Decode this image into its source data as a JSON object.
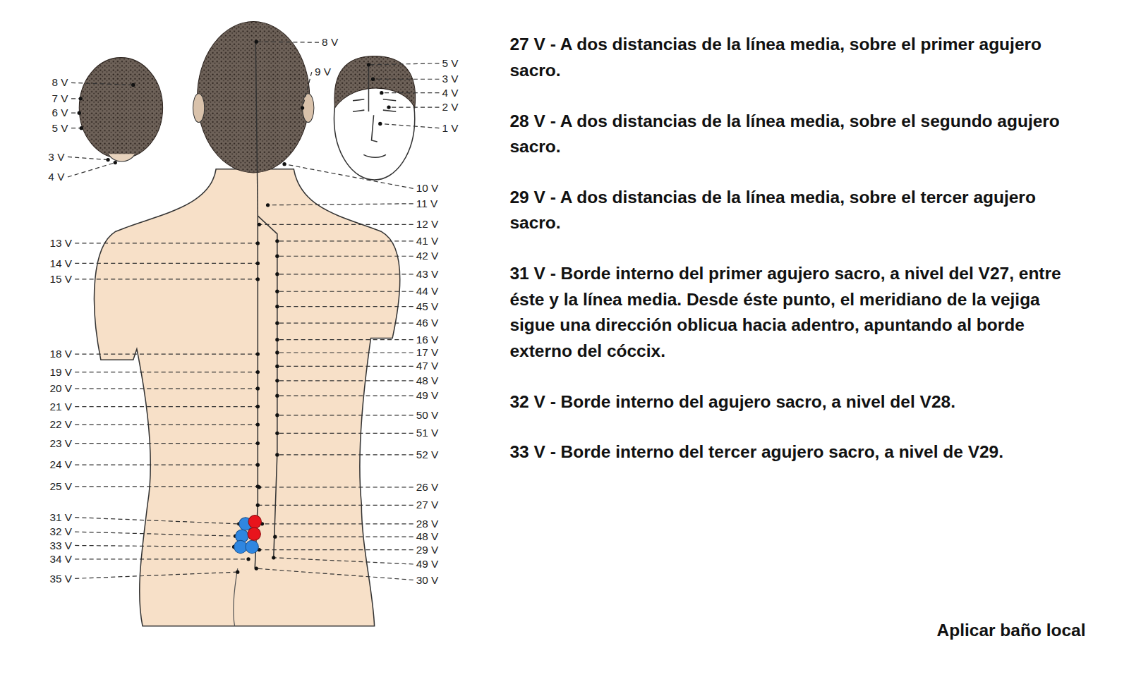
{
  "diagram": {
    "labels": [
      "8 V",
      "7 V",
      "6 V",
      "5 V",
      "3 V",
      "4 V",
      "8 V",
      "9 V",
      "5 V",
      "3 V",
      "4 V",
      "2 V",
      "1 V",
      "13 V",
      "14 V",
      "15 V",
      "18 V",
      "19 V",
      "20 V",
      "21 V",
      "22 V",
      "23 V",
      "24 V",
      "25 V",
      "31 V",
      "32 V",
      "33 V",
      "34 V",
      "35 V",
      "10 V",
      "11 V",
      "12 V",
      "41 V",
      "42 V",
      "43 V",
      "44 V",
      "45 V",
      "46 V",
      "16 V",
      "17 V",
      "47 V",
      "48 V",
      "49 V",
      "50 V",
      "51 V",
      "52 V",
      "26 V",
      "27 V",
      "28 V",
      "48 V",
      "29 V",
      "49 V",
      "30 V",
      "27 V - A dos distancias de la línea media, sobre el primer agujero sacro.",
      "28 V - A dos distancias de la línea media, sobre el segundo agujero sacro.",
      "29 V - A dos distancias de la línea media, sobre el tercer agujero sacro.",
      "31 V - Borde interno del primer agujero sacro, a nivel del V27, entre éste y la línea media. Desde éste punto, el meridiano de la vejiga sigue una dirección oblicua hacia adentro, apuntando al borde externo del cóccix.",
      "32 V - Borde interno del agujero sacro, a nivel del V28.",
      "33 V - Borde interno del tercer agujero sacro, a nivel de V29.",
      "Aplicar baño local"
    ]
  }
}
